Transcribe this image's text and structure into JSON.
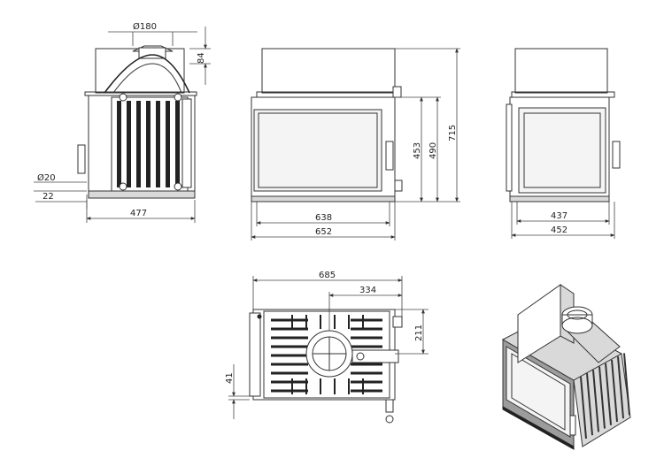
{
  "dimensions": {
    "flue_diameter": "Ø180",
    "flue_height": "84",
    "pipe_diameter": "Ø20",
    "pipe_offset": "22",
    "side_depth": "477",
    "front_inner_width": "638",
    "front_outer_width": "652",
    "door_height": "453",
    "body_height": "490",
    "total_height": "715",
    "back_inner_width": "437",
    "back_outer_width": "452",
    "top_overall_width": "685",
    "top_flue_offset": "334",
    "top_flue_depth": "211",
    "top_small_offset": "41"
  }
}
